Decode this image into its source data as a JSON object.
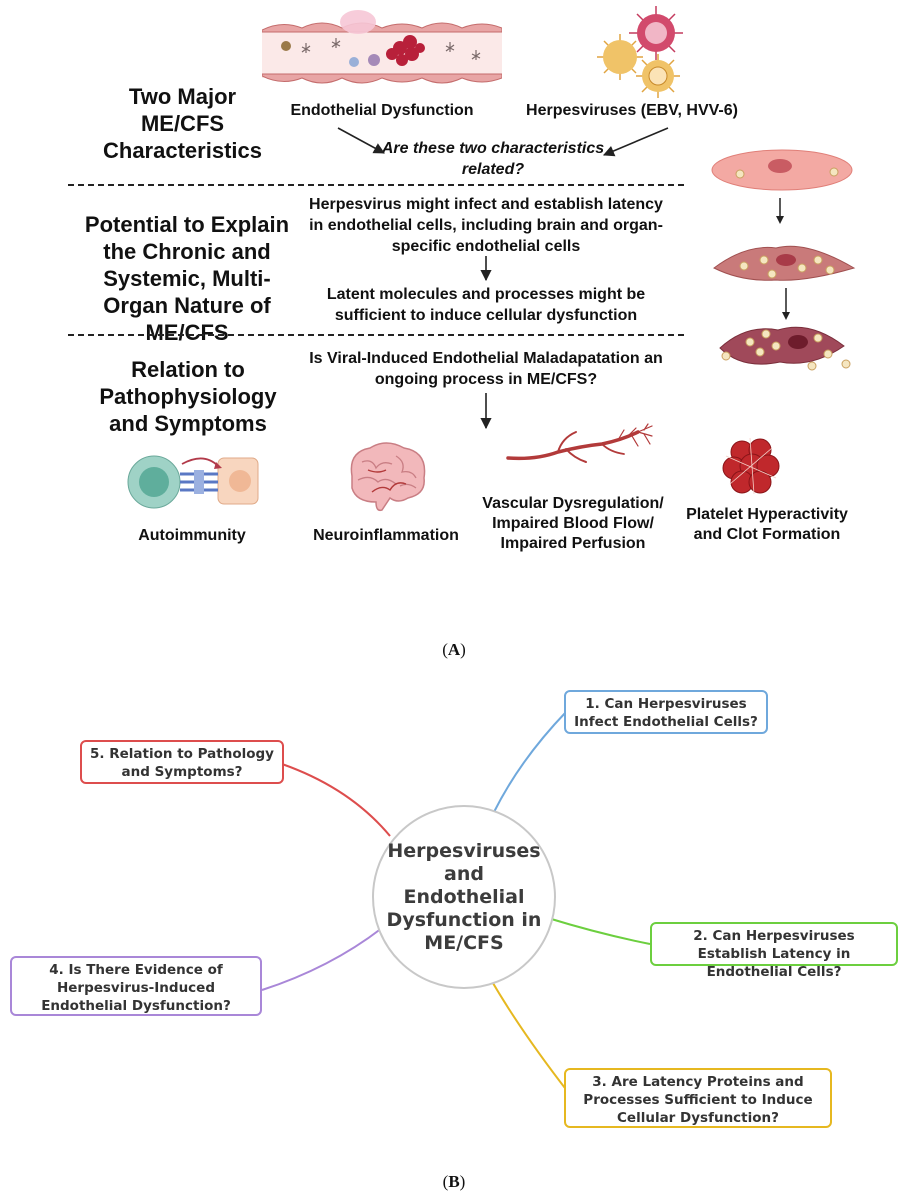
{
  "panel_a": {
    "row1_heading": "Two Major ME/CFS Characteristics",
    "row2_heading": "Potential to Explain the Chronic and Systemic, Multi-Organ Nature of ME/CFS",
    "row3_heading": "Relation to Pathophysiology and Symptoms",
    "endothelial_label": "Endothelial Dysfunction",
    "herpes_label": "Herpesviruses (EBV, HVV-6)",
    "question_related": "Are these two characteristics related?",
    "latency_text": "Herpesvirus might infect and establish latency in endothelial cells, including brain and organ-specific endothelial cells",
    "latent_molecules_text": "Latent molecules and processes might be sufficient to induce cellular dysfunction",
    "viral_question": "Is Viral-Induced Endothelial Maladapatation an ongoing process in ME/CFS?",
    "symptoms": [
      {
        "label": "Autoimmunity",
        "icon": "immune-synapse-icon"
      },
      {
        "label": "Neuroinflammation",
        "icon": "brain-icon"
      },
      {
        "label": "Vascular Dysregulation/ Impaired Blood Flow/ Impaired Perfusion",
        "icon": "blood-vessel-icon"
      },
      {
        "label": "Platelet Hyperactivity and Clot Formation",
        "icon": "blood-clot-icon"
      }
    ],
    "caption": "(A)"
  },
  "panel_b": {
    "center": "Herpesviruses and Endothelial Dysfunction in ME/CFS",
    "branches": [
      {
        "label": "1. Can Herpesviruses Infect Endothelial Cells?",
        "color": "#6fa8dc"
      },
      {
        "label": "2. Can Herpesviruses Establish Latency in Endothelial Cells?",
        "color": "#6ccf3f"
      },
      {
        "label": "3. Are Latency Proteins and Processes Sufficient to Induce Cellular Dysfunction?",
        "color": "#e6b820"
      },
      {
        "label": "4. Is There Evidence of Herpesvirus-Induced Endothelial Dysfunction?",
        "color": "#a987d8"
      },
      {
        "label": "5. Relation to Pathology and Symptoms?",
        "color": "#dd4d4d"
      }
    ],
    "caption": "(B)"
  },
  "colors": {
    "endothelial_cell": "#f3a9a3",
    "cell_dark": "#b5555a",
    "vessel": "#b23a3a",
    "clot": "#c0282c",
    "virus": "#e7b15a",
    "virus_pink": "#c43b5e"
  }
}
